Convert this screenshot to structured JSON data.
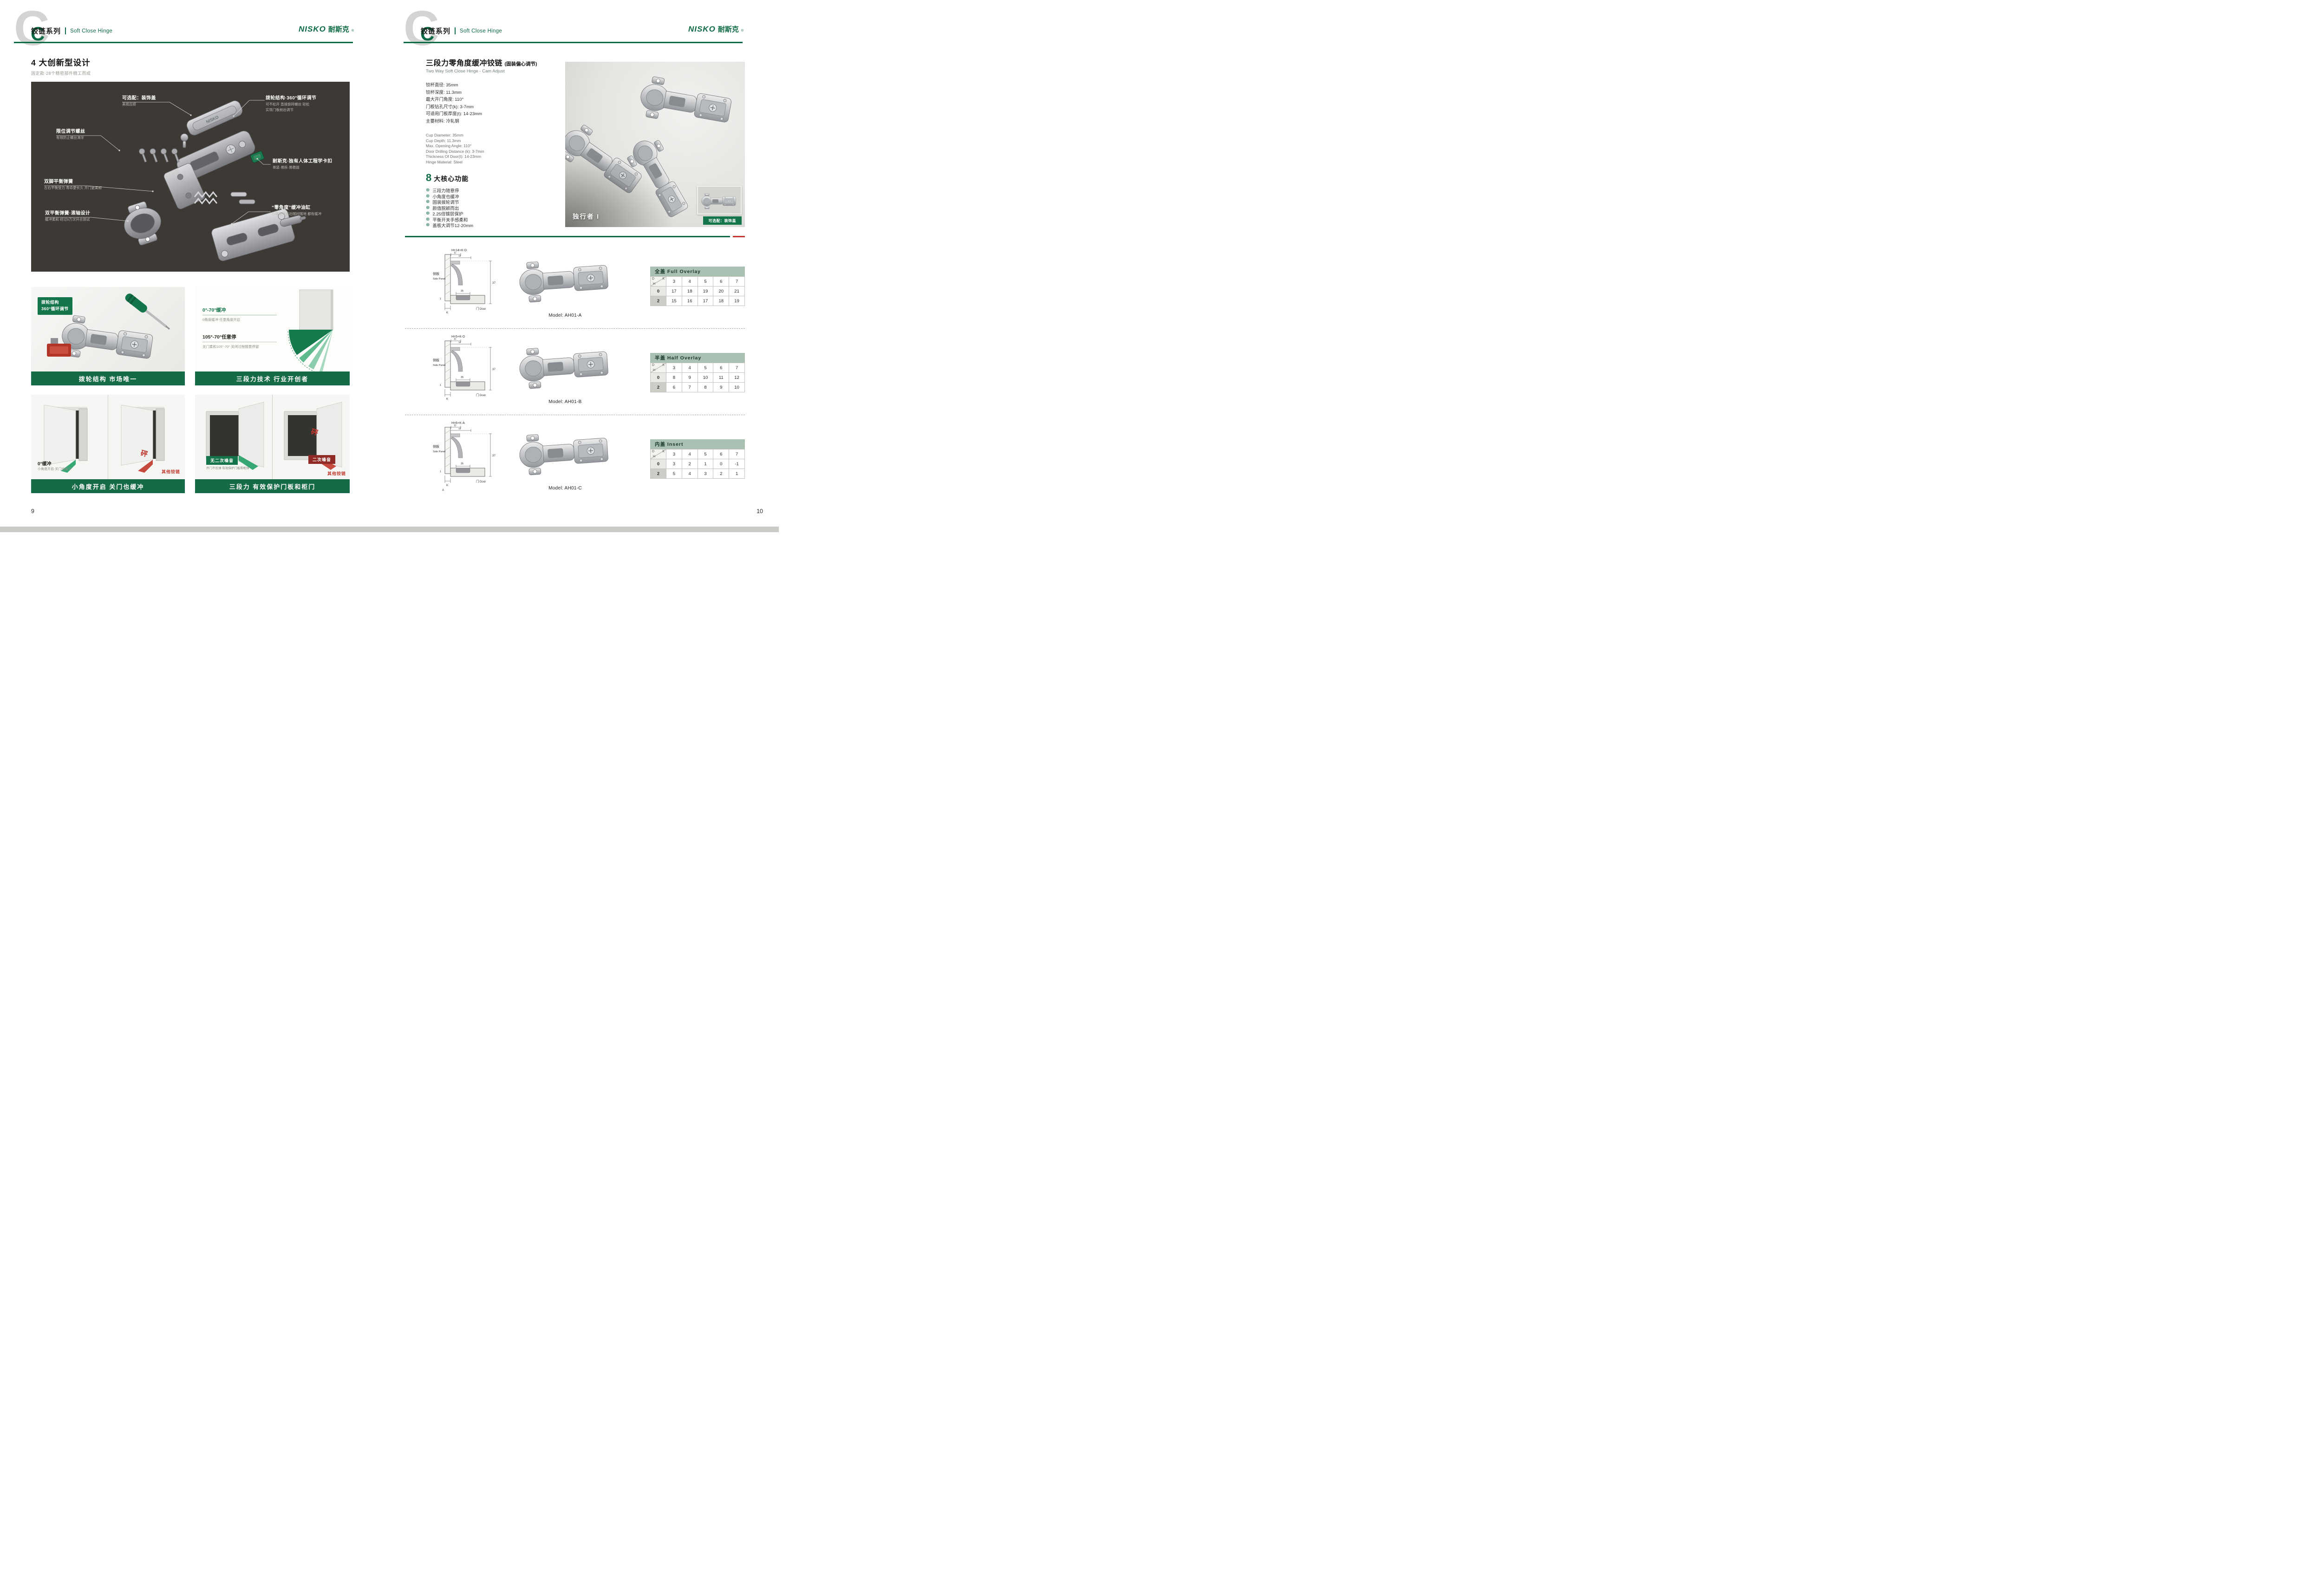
{
  "colors": {
    "accent_green": "#0E6B45",
    "caption_green": "#156B45",
    "table_header_green": "#A9C0B3",
    "hero_dark": "#3D3A35",
    "accent_red": "#C2382E"
  },
  "header": {
    "logo_big": "C",
    "logo_small": "C",
    "series_cn": "铰链系列",
    "series_en": "Soft Close Hinge",
    "brand_latin": "NISKO",
    "brand_cn": "耐斯克",
    "reg": "®"
  },
  "left": {
    "page_number": "9",
    "title": "4 大创新型设计",
    "subtitle": "固定款·28个精密部件精工而成",
    "callouts": [
      {
        "title": "可选配：装饰盖",
        "sub1": "美观百搭",
        "sub2": ""
      },
      {
        "title": "拨轮结构·360°循环调节",
        "sub1": "可不松开 直接旋转螺丝 轻松",
        "sub2": "实现门板前后调节"
      },
      {
        "title": "限位调节螺丝",
        "sub1": "有效防止螺丝滑牙",
        "sub2": ""
      },
      {
        "title": "耐斯克·独有人体工程学卡扣",
        "sub1": "易装·易拆·易稳固",
        "sub2": ""
      },
      {
        "title": "双脚平衡弹簧",
        "sub1": "左右平衡受力 寿命更长久 开门更柔顺",
        "sub2": ""
      },
      {
        "title": "双平衡弹簧·滚轴设计",
        "sub1": "缓冲柔和 经过6万次开合测试",
        "sub2": ""
      },
      {
        "title": "“零角度”缓冲油缸",
        "sub1": "小角度开启后随时随地 都有缓冲",
        "sub2": ""
      }
    ],
    "panel_a": {
      "tag_line1": "拨轮结构",
      "tag_line2": "360°循环调节",
      "caption": "拨轮结构 市场唯一"
    },
    "panel_b": {
      "label1": "0°-70°缓冲",
      "sub1": "0角度缓冲 任意角度开启",
      "label2": "105°-70°任意停",
      "sub2": "关门柔和105°-70° 关闭过程随意停留",
      "caption": "三段力技术 行业开创者"
    },
    "panel_c": {
      "label1": "0°缓冲",
      "sub1": "小角度开启·关门也缓冲",
      "bang": "砰",
      "other": "其他铰链",
      "caption": "小角度开启 关门也缓冲"
    },
    "panel_d": {
      "label1": "无二次噪音",
      "sub1": "开门不反弹 有效保护门板和柜体",
      "bang": "砰",
      "label2": "二次噪音",
      "other": "其他铰链",
      "caption": "三段力 有效保护门板和柜门"
    }
  },
  "right": {
    "page_number": "10",
    "title": "三段力零角度缓冲铰链",
    "title_paren": "(固装偏心调节)",
    "subtitle_en": "Two Way Soft Close Hinge - Cam Adjust",
    "specs_cn": [
      "铰杯直径: 35mm",
      "铰杯深度: 11.3mm",
      "最大开门角度: 110°",
      "门板钻孔尺寸(k): 3-7mm",
      "可适用门板厚度(t): 14-23mm",
      "主要材料: 冷轧钢"
    ],
    "specs_en": [
      "Cup Diameter: 35mm",
      "Cup Depth: 11.3mm",
      "Max. Opening Angle: 110°",
      "Door Drilling Distance (k): 3-7mm",
      "Thickness Of Door(t): 14-23mm",
      "Hinge Material: Steel"
    ],
    "core_num": "8",
    "core_title": "大核心功能",
    "features": [
      "三段力随意停",
      "小角度也缓冲",
      "固装拨轮调节",
      "颜值脱颖而出",
      "2.25倍镀层保护",
      "平衡开关手感柔和",
      "盖板大调节12-20mm"
    ],
    "product_name": "独行者 I",
    "badge": "可选配：装饰盖",
    "rows": [
      {
        "model": "Model: AH01-A",
        "diagram": {
          "formula": "H=14+K-D",
          "d": "D",
          "h": "H",
          "cup": "35",
          "height": "37",
          "k": "K",
          "one": "1",
          "a": "",
          "side_cn": "侧板",
          "side_en": "Side Panel",
          "door": "门 Door"
        },
        "table": {
          "title": "全盖 Full Overlay",
          "corner_d": "D",
          "corner_k": "K",
          "corner_h": "H",
          "k_values": [
            "3",
            "4",
            "5",
            "6",
            "7"
          ],
          "row_labels": [
            "0",
            "2"
          ],
          "row0": [
            "17",
            "18",
            "19",
            "20",
            "21"
          ],
          "row2": [
            "15",
            "16",
            "17",
            "18",
            "19"
          ]
        }
      },
      {
        "model": "Model: AH01-B",
        "diagram": {
          "formula": "H=5+K-D",
          "d": "D",
          "h": "H",
          "cup": "35",
          "height": "37",
          "k": "K",
          "one": "1",
          "a": "",
          "side_cn": "侧板",
          "side_en": "Side Panel",
          "door": "门 Door"
        },
        "table": {
          "title": "半盖 Half Overlay",
          "corner_d": "D",
          "corner_k": "K",
          "corner_h": "H",
          "k_values": [
            "3",
            "4",
            "5",
            "6",
            "7"
          ],
          "row_labels": [
            "0",
            "2"
          ],
          "row0": [
            "8",
            "9",
            "10",
            "11",
            "12"
          ],
          "row2": [
            "6",
            "7",
            "8",
            "9",
            "10"
          ]
        }
      },
      {
        "model": "Model: AH01-C",
        "diagram": {
          "formula": "H=6+K-A",
          "d": "D",
          "h": "H",
          "cup": "35",
          "height": "37",
          "k": "K",
          "one": "1",
          "a": "A",
          "side_cn": "侧板",
          "side_en": "Side Panel",
          "door": "门 Door"
        },
        "table": {
          "title": "内盖 Insert",
          "corner_d": "D",
          "corner_k": "K",
          "corner_h": "H",
          "k_values": [
            "3",
            "4",
            "5",
            "6",
            "7"
          ],
          "row_labels": [
            "0",
            "2"
          ],
          "row0": [
            "3",
            "2",
            "1",
            "0",
            "-1"
          ],
          "row2": [
            "5",
            "4",
            "3",
            "2",
            "1"
          ]
        }
      }
    ]
  }
}
